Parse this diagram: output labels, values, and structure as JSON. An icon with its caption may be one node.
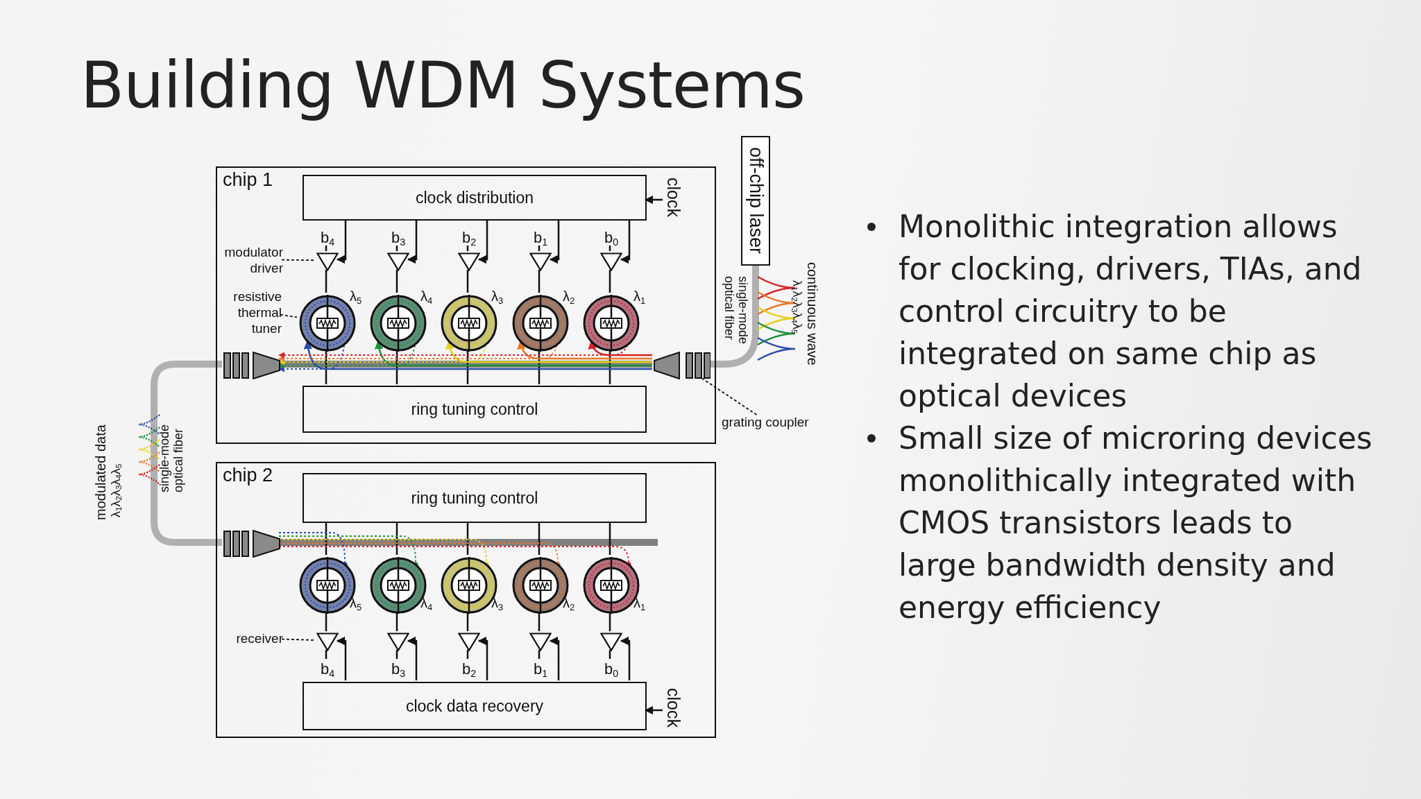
{
  "diagram": {
    "title": "Building WDM Systems",
    "nodes": [
      {
        "text": [
          "chip 1"
        ]
      },
      {
        "text": [
          "clock distribution"
        ],
        "in": 0
      },
      {
        "text": [
          "clock"
        ],
        "in": 0
      },
      {
        "text": [],
        "shape": "triangle",
        "in": 0,
        "beside": [
          "b$_{4}$"
        ]
      },
      {
        "text": [],
        "shape": "triangle",
        "in": 0,
        "beside": [
          "b$_{3}$"
        ]
      },
      {
        "text": [],
        "shape": "triangle",
        "in": 0,
        "beside": [
          "b$_{2}$"
        ]
      },
      {
        "text": [],
        "shape": "triangle",
        "in": 0,
        "beside": [
          "b$_{1}$"
        ]
      },
      {
        "text": [],
        "shape": "triangle",
        "in": 0,
        "beside": [
          "b$_{0}$"
        ]
      },
      {
        "text": [],
        "shape": "circle",
        "in": 0,
        "beside": [
          "λ$_{5}$"
        ]
      },
      {
        "text": [],
        "shape": "circle",
        "in": 0,
        "beside": [
          "λ$_{4}$"
        ]
      },
      {
        "text": [],
        "shape": "circle",
        "in": 0,
        "beside": [
          "λ$_{3}$"
        ]
      },
      {
        "text": [],
        "shape": "circle",
        "in": 0,
        "beside": [
          "λ$_{2}$"
        ]
      },
      {
        "text": [],
        "shape": "circle",
        "in": 0,
        "beside": [
          "λ$_{1}$"
        ]
      },
      {
        "text": [
          "ring tuning control"
        ],
        "in": 0
      },
      {
        "text": [
          "modulator driver"
        ],
        "in": 0
      },
      {
        "text": [
          "resistive thermal tuner"
        ],
        "in": 0
      },
      {
        "text": [
          "off-chip laser"
        ]
      },
      {
        "text": [
          "grating coupler"
        ]
      },
      {
        "text": [
          "chip 2"
        ]
      },
      {
        "text": [
          "ring tuning control"
        ],
        "in": 18
      },
      {
        "text": [],
        "shape": "circle",
        "in": 18,
        "beside": [
          "λ$_{5}$"
        ]
      },
      {
        "text": [],
        "shape": "circle",
        "in": 18,
        "beside": [
          "λ$_{4}$"
        ]
      },
      {
        "text": [],
        "shape": "circle",
        "in": 18,
        "beside": [
          "λ$_{3}$"
        ]
      },
      {
        "text": [],
        "shape": "circle",
        "in": 18,
        "beside": [
          "λ$_{2}$"
        ]
      },
      {
        "text": [],
        "shape": "circle",
        "in": 18,
        "beside": [
          "λ$_{1}$"
        ]
      },
      {
        "text": [],
        "shape": "triangle",
        "in": 18,
        "beside": [
          "b$_{4}$"
        ]
      },
      {
        "text": [],
        "shape": "triangle",
        "in": 18,
        "beside": [
          "b$_{3}$"
        ]
      },
      {
        "text": [],
        "shape": "triangle",
        "in": 18,
        "beside": [
          "b$_{2}$"
        ]
      },
      {
        "text": [],
        "shape": "triangle",
        "in": 18,
        "beside": [
          "b$_{1}$"
        ]
      },
      {
        "text": [],
        "shape": "triangle",
        "in": 18,
        "beside": [
          "b$_{0}$"
        ]
      },
      {
        "text": [
          "clock data recovery"
        ],
        "in": 18
      },
      {
        "text": [
          "clock"
        ],
        "in": 18
      },
      {
        "text": [
          "receiver"
        ],
        "in": 18
      },
      {
        "text": [],
        "shape": "coupler",
        "in": 0
      },
      {
        "text": [],
        "shape": "coupler",
        "in": 0
      },
      {
        "text": [],
        "shape": "coupler",
        "in": 18
      }
    ],
    "edges": [
      {
        "from": 2,
        "to": 1,
        "arrow": "to"
      },
      {
        "from": 1,
        "to": 3,
        "arrow": "to"
      },
      {
        "from": 1,
        "to": 4,
        "arrow": "to"
      },
      {
        "from": 1,
        "to": 5,
        "arrow": "to"
      },
      {
        "from": 1,
        "to": 6,
        "arrow": "to"
      },
      {
        "from": 1,
        "to": 7,
        "arrow": "to"
      },
      {
        "from": 3,
        "to": 8,
        "arrow": "none"
      },
      {
        "from": 4,
        "to": 9,
        "arrow": "none"
      },
      {
        "from": 5,
        "to": 10,
        "arrow": "none"
      },
      {
        "from": 6,
        "to": 11,
        "arrow": "none"
      },
      {
        "from": 7,
        "to": 12,
        "arrow": "none"
      },
      {
        "from": 8,
        "to": 13,
        "arrow": "none"
      },
      {
        "from": 9,
        "to": 13,
        "arrow": "none"
      },
      {
        "from": 10,
        "to": 13,
        "arrow": "none"
      },
      {
        "from": 11,
        "to": 13,
        "arrow": "none"
      },
      {
        "from": 12,
        "to": 13,
        "arrow": "none"
      },
      {
        "from": 14,
        "to": 3,
        "arrow": "none",
        "style": "dashed"
      },
      {
        "from": 15,
        "to": 8,
        "arrow": "none",
        "style": "dashed"
      },
      {
        "from": 17,
        "to": 34,
        "arrow": "none",
        "style": "dashed"
      },
      {
        "from": 19,
        "to": 20,
        "arrow": "none"
      },
      {
        "from": 19,
        "to": 21,
        "arrow": "none"
      },
      {
        "from": 19,
        "to": 22,
        "arrow": "none"
      },
      {
        "from": 19,
        "to": 23,
        "arrow": "none"
      },
      {
        "from": 19,
        "to": 24,
        "arrow": "none"
      },
      {
        "from": 20,
        "to": 25,
        "arrow": "none"
      },
      {
        "from": 21,
        "to": 26,
        "arrow": "none"
      },
      {
        "from": 22,
        "to": 27,
        "arrow": "none"
      },
      {
        "from": 23,
        "to": 28,
        "arrow": "none"
      },
      {
        "from": 24,
        "to": 29,
        "arrow": "none"
      },
      {
        "from": 30,
        "to": 25,
        "arrow": "to"
      },
      {
        "from": 30,
        "to": 26,
        "arrow": "to"
      },
      {
        "from": 30,
        "to": 27,
        "arrow": "to"
      },
      {
        "from": 30,
        "to": 28,
        "arrow": "to"
      },
      {
        "from": 30,
        "to": 29,
        "arrow": "to"
      },
      {
        "from": 31,
        "to": 30,
        "arrow": "to"
      },
      {
        "from": 32,
        "to": 25,
        "arrow": "none",
        "style": "dashed"
      },
      {
        "from": 16,
        "to": 34,
        "arrow": "none",
        "style": "thick",
        "color": "#b0b0b0"
      },
      {
        "from": 33,
        "to": 35,
        "arrow": "none",
        "style": "thick",
        "color": "#b0b0b0"
      },
      {
        "from": 33,
        "to": 34,
        "arrow": "none",
        "style": "thick",
        "color": "#808080"
      },
      {
        "from": 35,
        "to": null,
        "arrow": "none",
        "style": "thick",
        "color": "#808080"
      },
      {
        "from": 34,
        "to": 8,
        "arrow": "to",
        "color": "#2b4aa8"
      },
      {
        "from": 34,
        "to": 9,
        "arrow": "to",
        "color": "#1f8f3f"
      },
      {
        "from": 34,
        "to": 10,
        "arrow": "to",
        "color": "#e3cf1c"
      },
      {
        "from": 34,
        "to": 11,
        "arrow": "to",
        "color": "#e8782a"
      },
      {
        "from": 34,
        "to": 12,
        "arrow": "to",
        "color": "#d4232a"
      },
      {
        "from": 8,
        "to": 33,
        "arrow": "to",
        "style": "dashed",
        "color": "#2b4aa8"
      },
      {
        "from": 9,
        "to": 33,
        "arrow": "to",
        "style": "dashed",
        "color": "#1f8f3f"
      },
      {
        "from": 10,
        "to": 33,
        "arrow": "to",
        "style": "dashed",
        "color": "#e3cf1c"
      },
      {
        "from": 11,
        "to": 33,
        "arrow": "to",
        "style": "dashed",
        "color": "#e8782a"
      },
      {
        "from": 12,
        "to": 33,
        "arrow": "to",
        "style": "dashed",
        "color": "#d4232a"
      },
      {
        "from": 35,
        "to": 20,
        "arrow": "other",
        "style": "dashed",
        "color": "#2b4aa8"
      },
      {
        "from": 35,
        "to": 21,
        "arrow": "other",
        "style": "dashed",
        "color": "#1f8f3f"
      },
      {
        "from": 35,
        "to": 22,
        "arrow": "other",
        "style": "dashed",
        "color": "#e3cf1c"
      },
      {
        "from": 35,
        "to": 23,
        "arrow": "other",
        "style": "dashed",
        "color": "#e8782a"
      },
      {
        "from": 35,
        "to": 24,
        "arrow": "other",
        "style": "dashed",
        "color": "#d4232a"
      }
    ],
    "labels": [
      "single-mode optical fiber",
      "continuous wave",
      "λ$_{1}$λ$_{2}$λ$_{3}$λ$_{4}$λ$_{5}$",
      "modulated data",
      "λ$_{1}$λ$_{2}$λ$_{3}$λ$_{4}$λ$_{5}$",
      "single-mode optical fiber",
      "Monolithic integration allows for clocking, drivers, TIAs, and control circuitry to be integrated on same chip as optical devices",
      "Small size of microring devices monolithically integrated with CMOS transistors leads to large bandwidth density and energy efficiency"
    ]
  }
}
